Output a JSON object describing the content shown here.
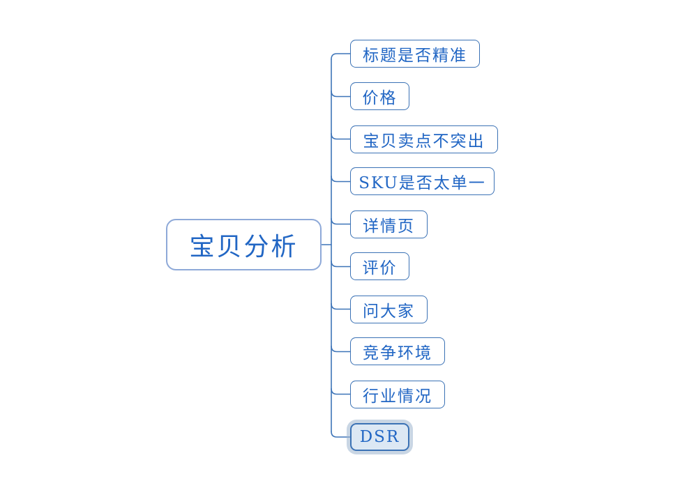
{
  "diagram": {
    "type": "mindmap-tree-right",
    "background": "#ffffff",
    "root": {
      "label": "宝贝分析"
    },
    "children": [
      {
        "label": "标题是否精准",
        "selected": false
      },
      {
        "label": "价格",
        "selected": false
      },
      {
        "label": "宝贝卖点不突出",
        "selected": false
      },
      {
        "label": "SKU是否太单一",
        "selected": false
      },
      {
        "label": "详情页",
        "selected": false
      },
      {
        "label": "评价",
        "selected": false
      },
      {
        "label": "问大家",
        "selected": false
      },
      {
        "label": "竞争环境",
        "selected": false
      },
      {
        "label": "行业情况",
        "selected": false
      },
      {
        "label": "DSR",
        "selected": true
      }
    ],
    "colors": {
      "root_border": "#8ea9d8",
      "topic_border": "#3b72b5",
      "connector_line": "#3d74b8",
      "topic_text": "#2166c4",
      "selected_fill": "#dce8f4",
      "selected_halo": "#9db5ce"
    }
  }
}
